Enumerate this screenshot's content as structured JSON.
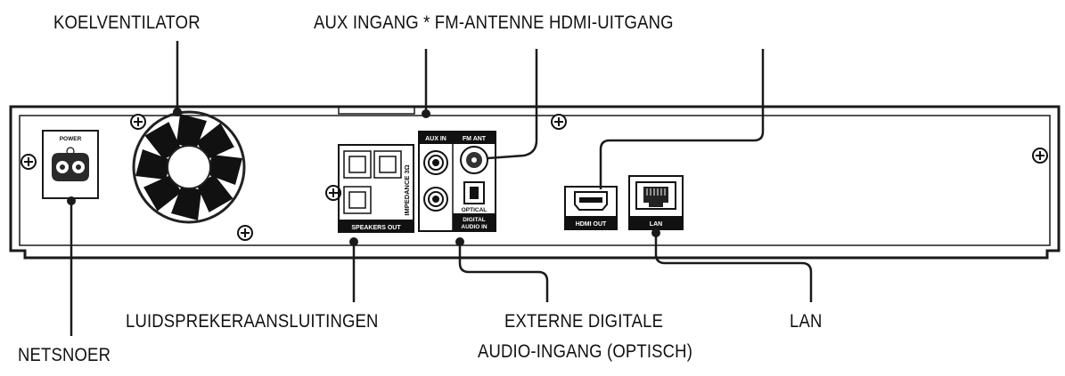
{
  "callouts": {
    "cooling_fan": "KOELVENTILATOR",
    "aux_fm_hdmi": "AUX INGANG * FM-ANTENNE HDMI-UITGANG",
    "speaker_connectors": "LUIDSPREKERAANSLUITINGEN",
    "optical_line1": "EXTERNE DIGITALE",
    "optical_line2": "AUDIO-INGANG (OPTISCH)",
    "lan": "LAN",
    "power_cord": "NETSNOER"
  },
  "panel_labels": {
    "power": "POWER",
    "aux_in": "AUX IN",
    "fm_ant": "FM ANT",
    "impedance": "IMPEDANCE 3Ω",
    "speakers_out": "SPEAKERS OUT",
    "optical": "OPTICAL",
    "digital_audio_in_1": "DIGITAL",
    "digital_audio_in_2": "AUDIO IN",
    "hdmi_out": "HDMI OUT",
    "lan": "LAN"
  },
  "icons": [
    "power-inlet-icon",
    "fan-icon",
    "screw-icon",
    "rca-jack-icon",
    "antenna-jack-icon",
    "optical-port-icon",
    "hdmi-port-icon",
    "ethernet-port-icon",
    "speaker-terminal-icon"
  ]
}
